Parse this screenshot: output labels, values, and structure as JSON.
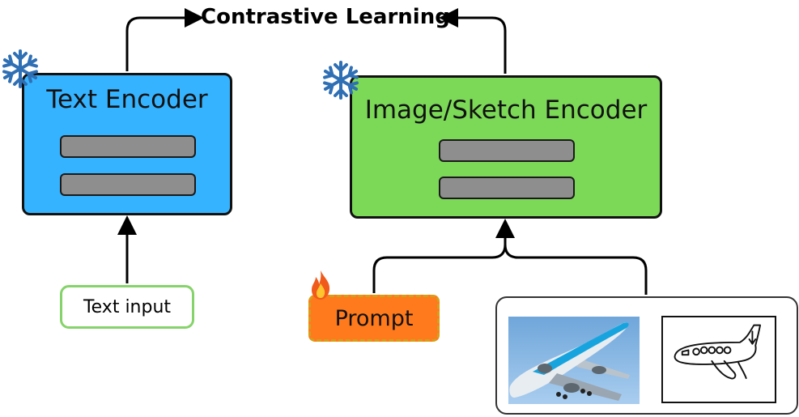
{
  "title": "Contrastive Learning",
  "text_encoder": {
    "label": "Text Encoder",
    "frozen_icon": "snowflake-icon"
  },
  "image_encoder": {
    "label": "Image/Sketch Encoder",
    "frozen_icon": "snowflake-icon"
  },
  "text_input": {
    "label": "Text input"
  },
  "prompt": {
    "label": "Prompt",
    "trainable_icon": "fire-icon"
  },
  "inputs": {
    "photo_icon": "airplane-photo",
    "sketch_icon": "airplane-sketch"
  },
  "colors": {
    "text_encoder": "#36b3ff",
    "image_encoder": "#7cd957",
    "prompt": "#ff7a1c",
    "layer": "#8e8e8e",
    "text_input_border": "#86d36b",
    "snowflake": "#2f6fb4"
  }
}
